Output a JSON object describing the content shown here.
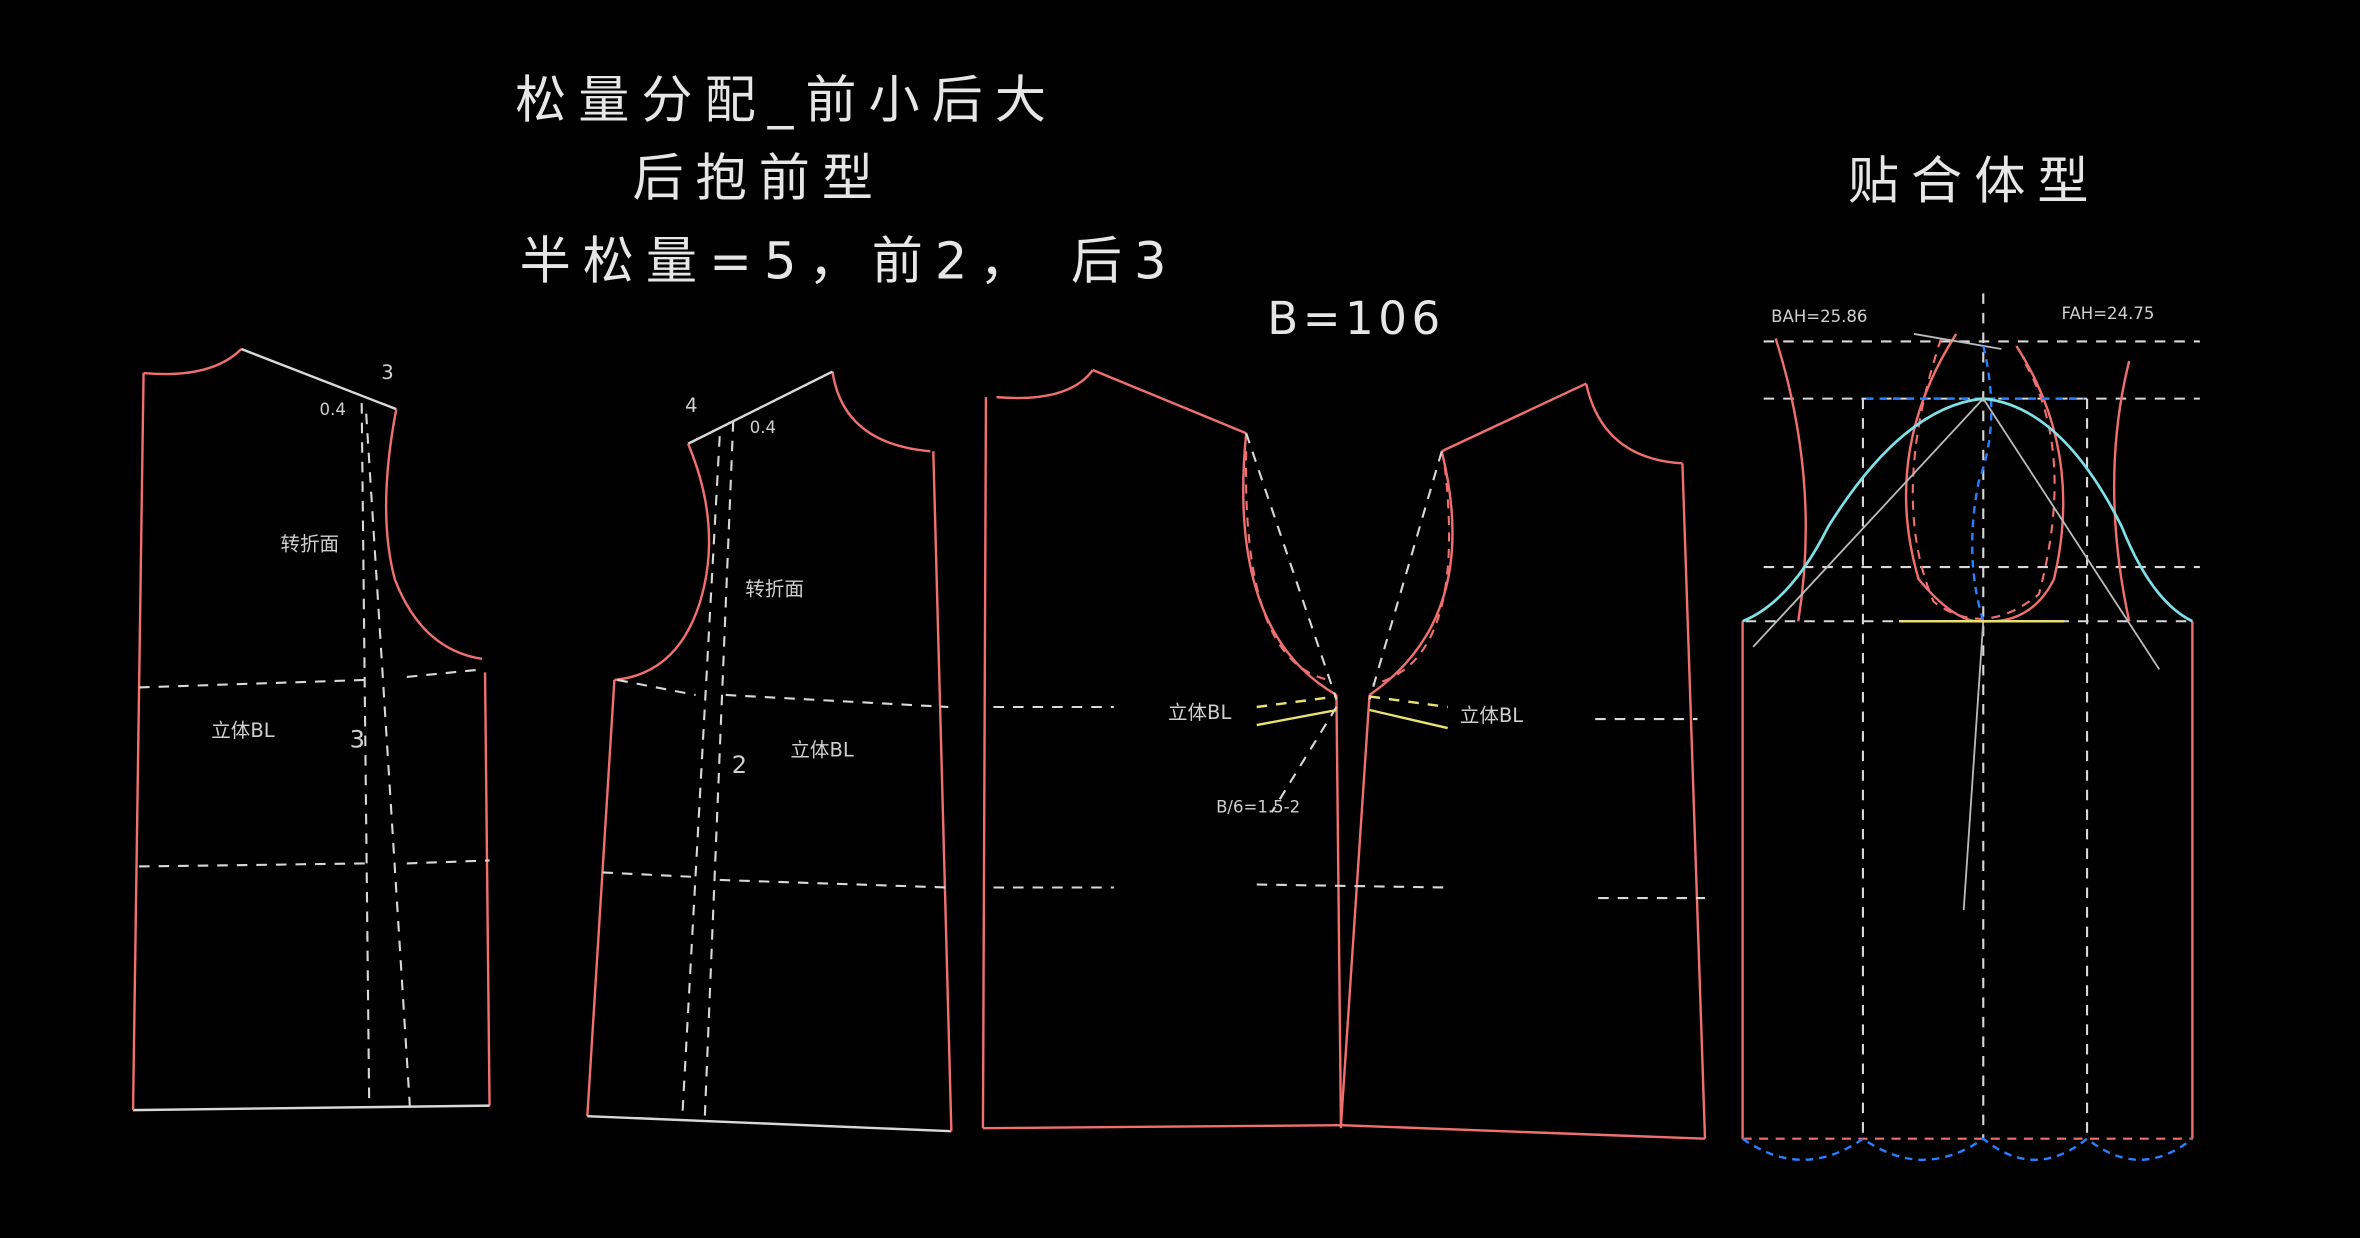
{
  "titles": {
    "line1": "松量分配_前小后大",
    "line2": "后抱前型",
    "line3": "半松量=5，前2， 后3",
    "bust": "B=106",
    "fit": "贴合体型"
  },
  "back_piece": {
    "shoulder_mark": "3",
    "shoulder_offset": "0.4",
    "fold_label": "转折面",
    "bl_label": "立体BL",
    "side_mark": "3"
  },
  "front_piece": {
    "shoulder_mark": "4",
    "shoulder_offset": "0.4",
    "fold_label": "转折面",
    "bl_label": "立体BL",
    "side_mark": "2"
  },
  "combined": {
    "bl_left": "立体BL",
    "bl_right": "立体BL",
    "formula": "B/6=1.5-2"
  },
  "armhole": {
    "bah": "BAH=25.86",
    "fah": "FAH=24.75"
  },
  "colors": {
    "background": "#000000",
    "outline": "#f07070",
    "guide": "#d8d8d8",
    "bust_line": "#e8e070",
    "sleeve_curve": "#80e0e8",
    "blue_guide": "#2a7fff"
  }
}
